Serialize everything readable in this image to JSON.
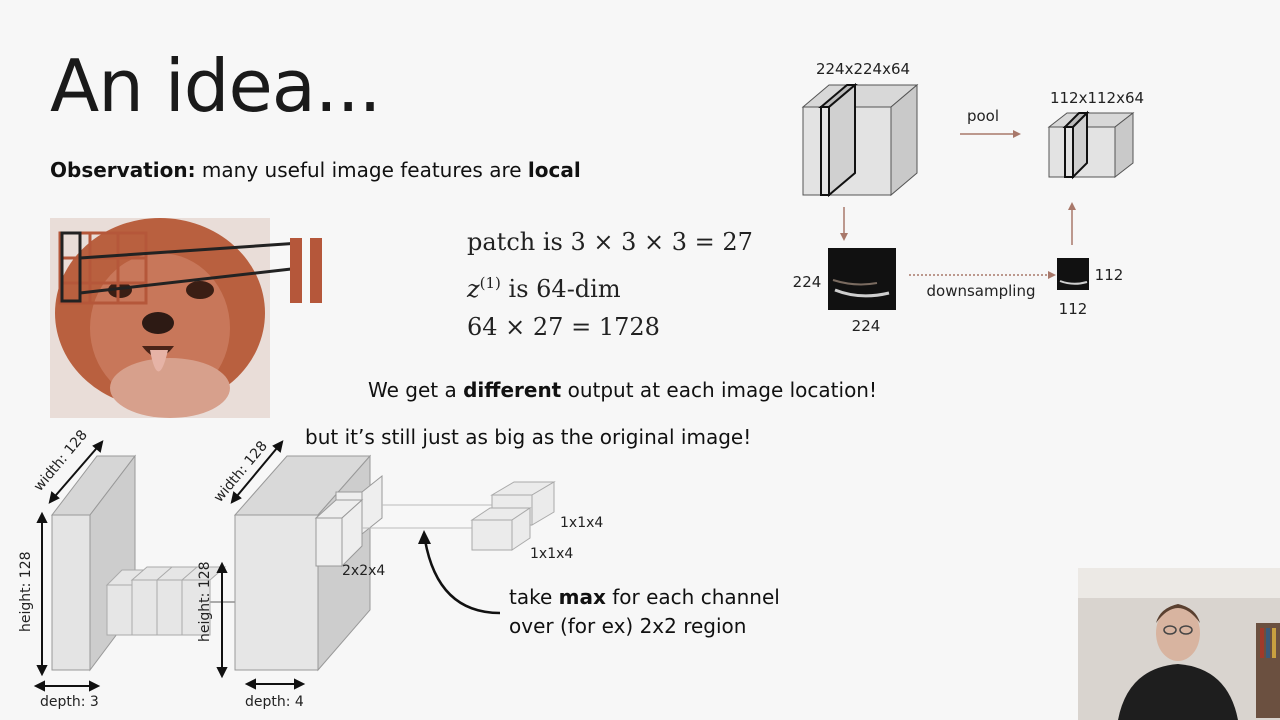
{
  "slide": {
    "title": "An idea...",
    "observation_bold": "Observation:",
    "observation_text": " many useful image features are ",
    "observation_local": "local"
  },
  "equations": {
    "line1": "patch is 3 × 3 × 3 = 27",
    "line2_z": "z",
    "line2_sup": "(1)",
    "line2_rest": " is 64-dim",
    "line3": "64 × 27 = 1728"
  },
  "captions": {
    "output_pre": "We get a ",
    "output_bold": "different",
    "output_post": " output at each image location!",
    "still_big": "but it’s still just as big as the original image!",
    "max_pre": "take ",
    "max_bold": "max",
    "max_post": " for each channel",
    "max_line2": "over (for ex) 2x2 region"
  },
  "pool_diagram": {
    "big_dims": "224x224x64",
    "small_dims": "112x112x64",
    "pool": "pool",
    "downsampling": "downsampling",
    "left_side": "224",
    "left_bottom": "224",
    "right_side": "112",
    "right_bottom": "112"
  },
  "conv_diagram": {
    "width1": "width: 128",
    "height1": "height: 128",
    "depth1": "depth: 3",
    "width2": "width: 128",
    "height2": "height: 128",
    "depth2": "depth: 4",
    "region": "2x2x4",
    "out1": "1x1x4",
    "out2": "1x1x4"
  },
  "colors": {
    "accent": "#b5573a",
    "box_fill": "#e2e2e2",
    "box_side": "#cfcfcf",
    "arrow": "#a8786a"
  }
}
